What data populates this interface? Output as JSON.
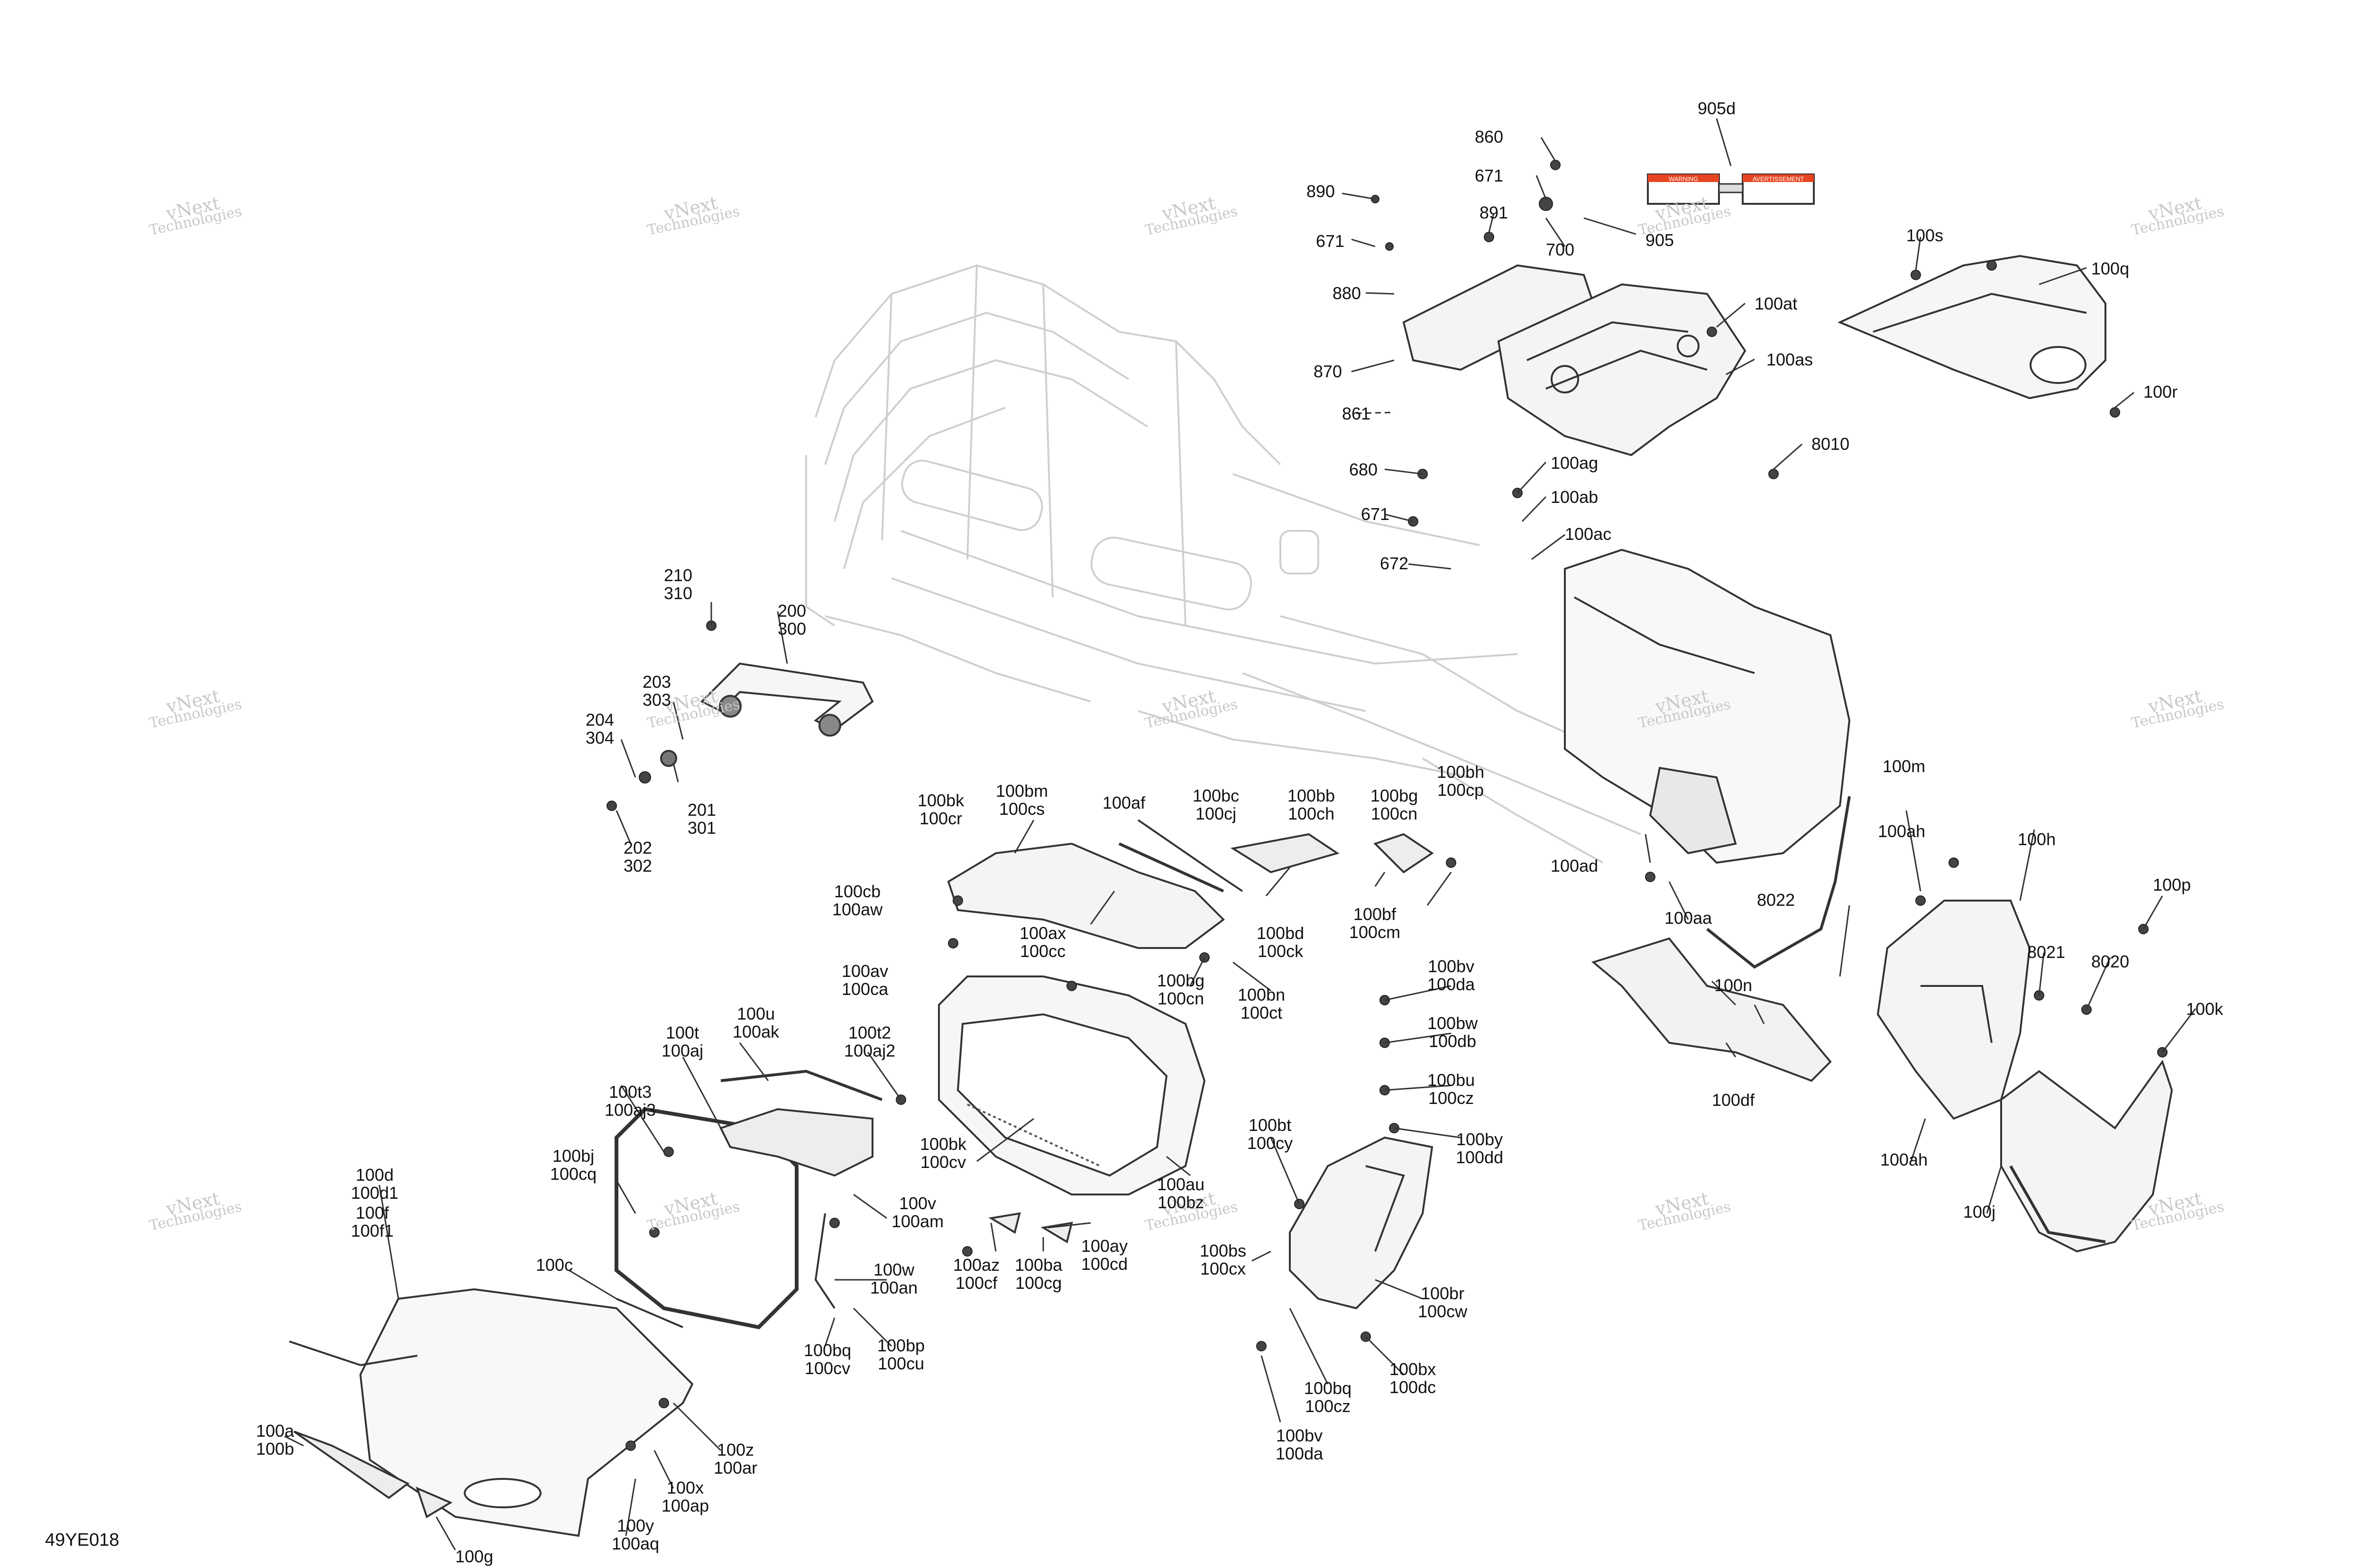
{
  "diagram_code": "49YE018",
  "warning_decal": {
    "left_text": "WARNING",
    "right_text": "AVERTISSEMENT"
  },
  "watermarks": [
    {
      "line1": "vNext",
      "line2": "Technologies"
    },
    {
      "line1": "vNext",
      "line2": "Technologies"
    },
    {
      "line1": "vNext",
      "line2": "Technologies"
    },
    {
      "line1": "vNext",
      "line2": "Technologies"
    },
    {
      "line1": "vNext",
      "line2": "Technologies"
    },
    {
      "line1": "vNext",
      "line2": "Technologies"
    },
    {
      "line1": "vNext",
      "line2": "Technologies"
    },
    {
      "line1": "vNext",
      "line2": "Technologies"
    },
    {
      "line1": "vNext",
      "line2": "Technologies"
    },
    {
      "line1": "vNext",
      "line2": "Technologies"
    },
    {
      "line1": "vNext",
      "line2": "Technologies"
    },
    {
      "line1": "vNext",
      "line2": "Technologies"
    },
    {
      "line1": "vNext",
      "line2": "Technologies"
    },
    {
      "line1": "vNext",
      "line2": "Technologies"
    },
    {
      "line1": "vNext",
      "line2": "Technologies"
    }
  ],
  "callouts": [
    {
      "l1": "905d"
    },
    {
      "l1": "860"
    },
    {
      "l1": "671"
    },
    {
      "l1": "890"
    },
    {
      "l1": "891"
    },
    {
      "l1": "700"
    },
    {
      "l1": "905"
    },
    {
      "l1": "671"
    },
    {
      "l1": "880"
    },
    {
      "l1": "870"
    },
    {
      "l1": "861"
    },
    {
      "l1": "100at"
    },
    {
      "l1": "100as"
    },
    {
      "l1": "8010"
    },
    {
      "l1": "100s"
    },
    {
      "l1": "100q"
    },
    {
      "l1": "100r"
    },
    {
      "l1": "680"
    },
    {
      "l1": "100ag"
    },
    {
      "l1": "671"
    },
    {
      "l1": "100ab"
    },
    {
      "l1": "672"
    },
    {
      "l1": "100ac"
    },
    {
      "l1": "210",
      "l2": "310"
    },
    {
      "l1": "200",
      "l2": "300"
    },
    {
      "l1": "203",
      "l2": "303"
    },
    {
      "l1": "204",
      "l2": "304"
    },
    {
      "l1": "201",
      "l2": "301"
    },
    {
      "l1": "202",
      "l2": "302"
    },
    {
      "l1": "100bk",
      "l2": "100cr"
    },
    {
      "l1": "100bm",
      "l2": "100cs"
    },
    {
      "l1": "100af"
    },
    {
      "l1": "100bc",
      "l2": "100cj"
    },
    {
      "l1": "100bb",
      "l2": "100ch"
    },
    {
      "l1": "100bg",
      "l2": "100cn"
    },
    {
      "l1": "100bh",
      "l2": "100cp"
    },
    {
      "l1": "100m"
    },
    {
      "l1": "100ad"
    },
    {
      "l1": "100aa"
    },
    {
      "l1": "100ah"
    },
    {
      "l1": "100h"
    },
    {
      "l1": "8022"
    },
    {
      "l1": "100p"
    },
    {
      "l1": "100cb",
      "l2": "100aw"
    },
    {
      "l1": "100bd",
      "l2": "100ck"
    },
    {
      "l1": "100bf",
      "l2": "100cm"
    },
    {
      "l1": "100ax",
      "l2": "100cc"
    },
    {
      "l1": "100av",
      "l2": "100ca"
    },
    {
      "l1": "100bg",
      "l2": "100cn"
    },
    {
      "l1": "100bn",
      "l2": "100ct"
    },
    {
      "l1": "100bv",
      "l2": "100da"
    },
    {
      "l1": "8021"
    },
    {
      "l1": "8020"
    },
    {
      "l1": "100n"
    },
    {
      "l1": "100k"
    },
    {
      "l1": "100bw",
      "l2": "100db"
    },
    {
      "l1": "100df"
    },
    {
      "l1": "100u",
      "l2": "100ak"
    },
    {
      "l1": "100t",
      "l2": "100aj"
    },
    {
      "l1": "100t2",
      "l2": "100aj2"
    },
    {
      "l1": "100t3",
      "l2": "100aj3"
    },
    {
      "l1": "100bu",
      "l2": "100cz"
    },
    {
      "l1": "100by",
      "l2": "100dd"
    },
    {
      "l1": "100bt",
      "l2": "100cy"
    },
    {
      "l1": "100bk",
      "l2": "100cv"
    },
    {
      "l1": "100au",
      "l2": "100bz"
    },
    {
      "l1": "100bj",
      "l2": "100cq"
    },
    {
      "l1": "100ah"
    },
    {
      "l1": "100j"
    },
    {
      "l1": "100d",
      "l2": "100d1"
    },
    {
      "l1": "100f",
      "l2": "100f1"
    },
    {
      "l1": "100v",
      "l2": "100am"
    },
    {
      "l1": "100ay",
      "l2": "100cd"
    },
    {
      "l1": "100az",
      "l2": "100cf"
    },
    {
      "l1": "100ba",
      "l2": "100cg"
    },
    {
      "l1": "100bs",
      "l2": "100cx"
    },
    {
      "l1": "100w",
      "l2": "100an"
    },
    {
      "l1": "100c"
    },
    {
      "l1": "100br",
      "l2": "100cw"
    },
    {
      "l1": "100bq",
      "l2": "100cv"
    },
    {
      "l1": "100bp",
      "l2": "100cu"
    },
    {
      "l1": "100bx",
      "l2": "100dc"
    },
    {
      "l1": "100bq",
      "l2": "100cz"
    },
    {
      "l1": "100z",
      "l2": "100ar"
    },
    {
      "l1": "100a",
      "l2": "100b"
    },
    {
      "l1": "100bv",
      "l2": "100da"
    },
    {
      "l1": "100x",
      "l2": "100ap"
    },
    {
      "l1": "100y",
      "l2": "100aq"
    },
    {
      "l1": "100g"
    }
  ]
}
